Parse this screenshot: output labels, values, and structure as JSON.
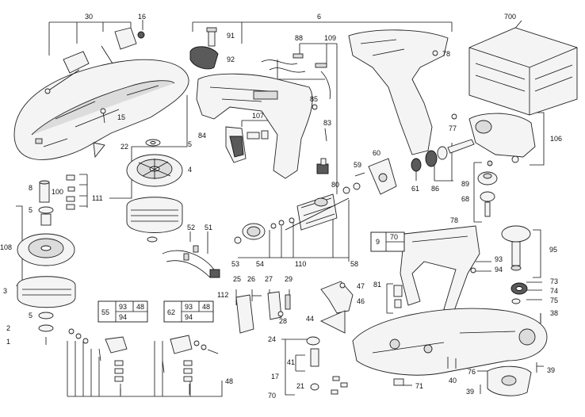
{
  "title": "Exploded parts diagram",
  "callouts": {
    "c30": "30",
    "c16": "16",
    "c6": "6",
    "c700": "700",
    "c91": "91",
    "c92": "92",
    "c88": "88",
    "c109": "109",
    "c78a": "78",
    "c15": "15",
    "c85": "85",
    "c83": "83",
    "c84": "84",
    "c107": "107",
    "c22": "22",
    "c5a": "5",
    "c4": "4",
    "c77": "77",
    "c106": "106",
    "c8": "8",
    "c100": "100",
    "c111": "111",
    "c80": "80",
    "c59": "59",
    "c60": "60",
    "c61": "61",
    "c86": "86",
    "c89": "89",
    "c68": "68",
    "c5b": "5",
    "c78b": "78",
    "c108": "108",
    "c52": "52",
    "c51": "51",
    "c53": "53",
    "c54": "54",
    "c110": "110",
    "c58": "58",
    "c95": "95",
    "c93a": "93",
    "c94a": "94",
    "c73": "73",
    "c74": "74",
    "c75": "75",
    "c38": "38",
    "c3": "3",
    "c25": "25",
    "c26": "26",
    "c27": "27",
    "c29": "29",
    "c112": "112",
    "c28": "28",
    "c81": "81",
    "c47": "47",
    "c46": "46",
    "c44": "44",
    "c5c": "5",
    "c2": "2",
    "c1": "1",
    "c24": "24",
    "c41": "41",
    "c17": "17",
    "c21": "21",
    "c70a": "70",
    "c71": "71",
    "c40": "40",
    "c76": "76",
    "c39a": "39",
    "c39b": "39",
    "c48": "48"
  },
  "kits": {
    "k9": {
      "num": "9",
      "sub": "70"
    },
    "k55": {
      "num": "55",
      "a": "93",
      "b": "48",
      "c": "94"
    },
    "k62": {
      "num": "62",
      "a": "93",
      "b": "48",
      "c": "94"
    }
  }
}
